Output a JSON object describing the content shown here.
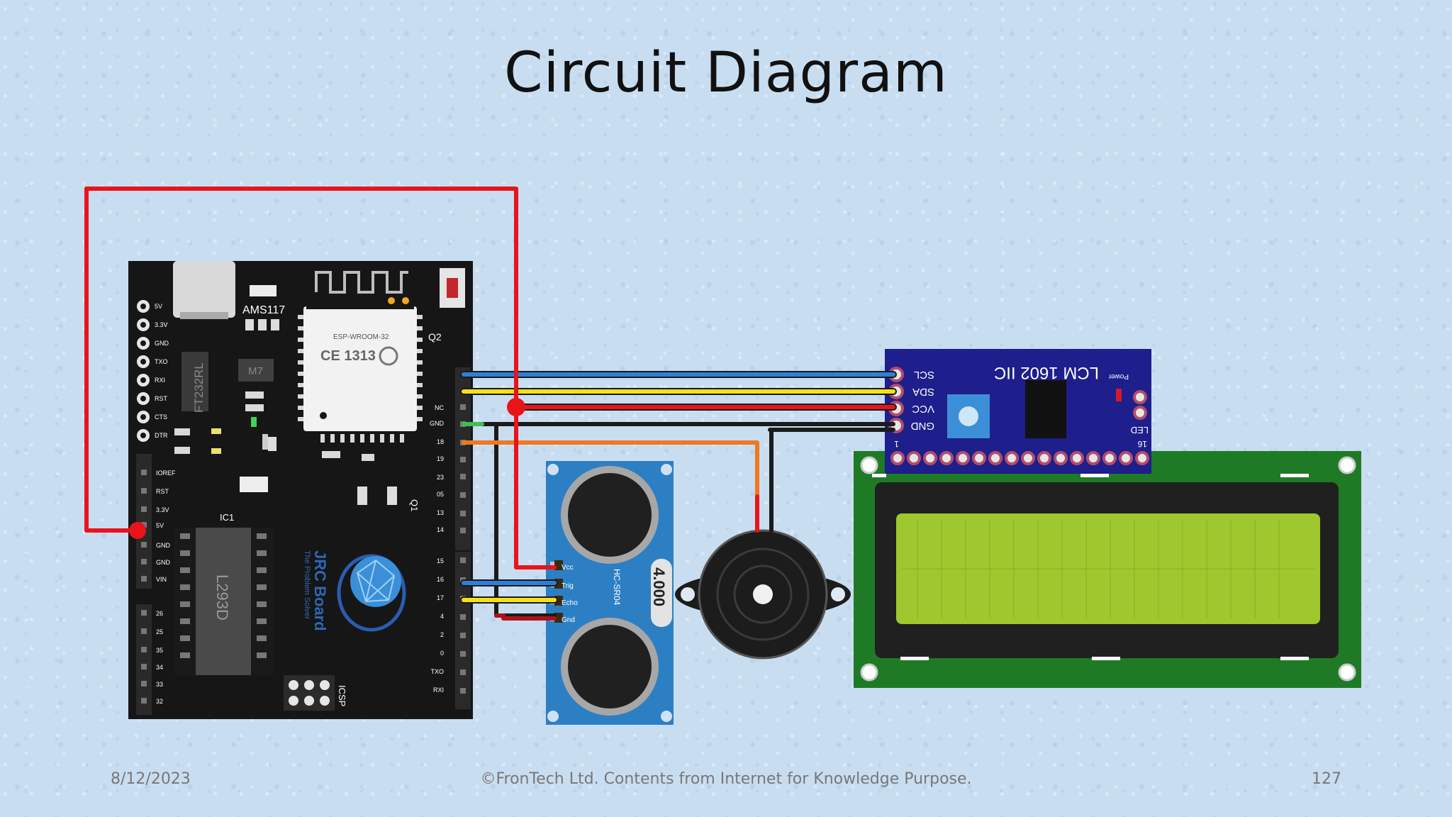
{
  "title": "Circuit Diagram",
  "footer": {
    "date": "8/12/2023",
    "copyright": "©FronTech Ltd. Contents from Internet for Knowledge Purpose.",
    "page_number": "127"
  },
  "board": {
    "name": "JRC Board",
    "tagline": "The Problem Solver",
    "regulator": "AMS117",
    "module": "ESP-WROOM-32",
    "ce_mark": "CE 1313",
    "usb_chip": "FT232RL",
    "driver_chip": "L293D",
    "diode": "M7",
    "ic_label": "IC1",
    "icsp": "ICSP",
    "q_label": "Q2",
    "q1_label": "Q1",
    "left_pins_top": [
      "5V",
      "3.3V",
      "GND",
      "TXO",
      "RXI",
      "RST",
      "CTS",
      "DTR"
    ],
    "left_pins_power": [
      "IOREF",
      "RST",
      "3.3V",
      "5V",
      "GND",
      "GND",
      "VIN"
    ],
    "left_pins_bottom": [
      "26",
      "25",
      "35",
      "34",
      "33",
      "32"
    ],
    "right_pins": [
      "NC",
      "GND",
      "18",
      "19",
      "23",
      "05",
      "13",
      "14",
      "15",
      "16",
      "17",
      "4",
      "2",
      "0",
      "TXO",
      "RXI"
    ]
  },
  "lcd": {
    "i2c_label": "LCM 1602 IIC",
    "pins": [
      "SCL",
      "SDA",
      "VCC",
      "GND"
    ],
    "led_label": "LED",
    "power_label": "Power",
    "pin_first": "1",
    "pin_last": "16"
  },
  "ultrasonic": {
    "model": "HC-SR04",
    "crystal": "4.000",
    "pins": [
      "Vcc",
      "Trig",
      "Echo",
      "Gnd"
    ]
  },
  "wire_colors": {
    "power": "#e8141a",
    "scl": "#2f7fd6",
    "sda": "#f5e11a",
    "gnd": "#1b1b1b",
    "signal": "#f07820"
  }
}
